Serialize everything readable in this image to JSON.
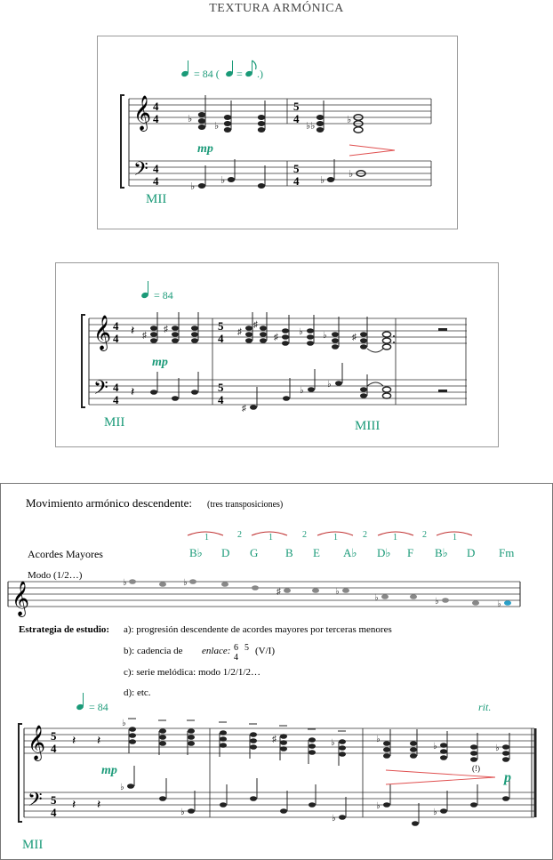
{
  "title": "TEXTURA ARMÓNICA",
  "ex1": {
    "tempo": "= 84 (",
    "tempo_eq": "=",
    "tempo_close": ".)",
    "dynamic": "mp",
    "label": "MII",
    "time_sig_1": [
      "4",
      "4"
    ],
    "time_sig_2": [
      "5",
      "4"
    ]
  },
  "ex2": {
    "tempo": "= 84",
    "dynamic": "mp",
    "label_left": "MII",
    "label_right": "MIII",
    "time_sig_1": [
      "4",
      "4"
    ],
    "time_sig_2": [
      "5",
      "4"
    ]
  },
  "ex3": {
    "heading": "Movimiento armónico descendente:",
    "heading_note": "(tres transposiciones)",
    "row_label": "Acordes Mayores",
    "mode_label": "Modo (1/2…)",
    "chords": [
      "B♭",
      "D",
      "G",
      "B",
      "E",
      "A♭",
      "D♭",
      "F",
      "B♭",
      "D",
      "Fm"
    ],
    "intervals": [
      "1",
      "2",
      "1",
      "2",
      "1",
      "2",
      "1",
      "2",
      "1"
    ],
    "strategy_label": "Estrategia de estudio:",
    "strategy_a": "a): progresión descendente de acordes mayores por terceras menores",
    "strategy_b_pre": "b): cadencia de",
    "strategy_b_em": "enlace:",
    "strategy_b_fig_top": "6",
    "strategy_b_fig_bottom": "4",
    "strategy_b_fig_five": "5",
    "strategy_b_post": "(V/I)",
    "strategy_c": "c): serie melódica: modo 1/2/1/2…",
    "strategy_d": "d): etc.",
    "tempo": "= 84",
    "rit": "rit.",
    "dynamic_start": "mp",
    "dynamic_end": "p",
    "cautionary": "(!)",
    "time_sig": [
      "5",
      "4"
    ],
    "label": "MII"
  },
  "colors": {
    "accent": "#1a9a78",
    "ink": "#222222",
    "hairpin": "#e05050",
    "frame": "#9a9a9a",
    "highlight": "#2aa0c8"
  }
}
